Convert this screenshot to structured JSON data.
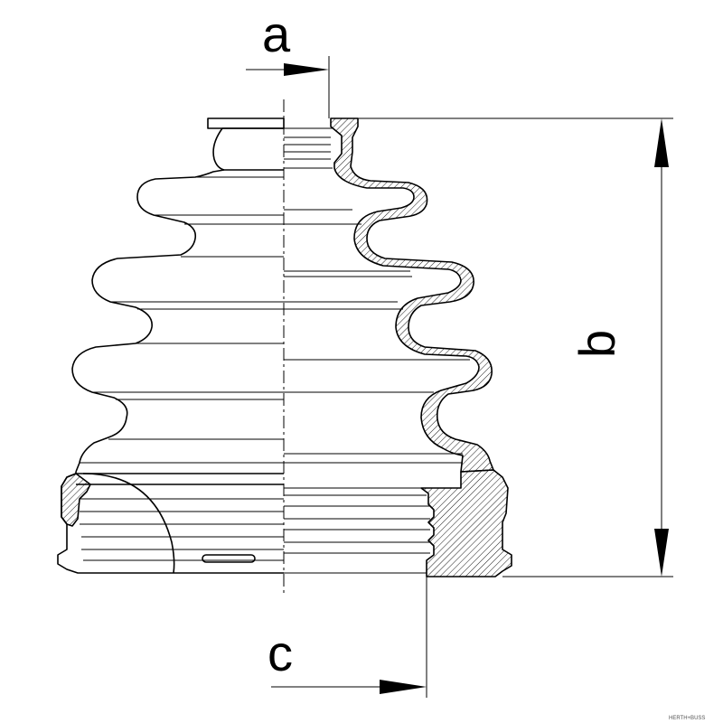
{
  "dimensions": {
    "a_label": "a",
    "b_label": "b",
    "c_label": "c"
  },
  "watermark": "HERTH+BUSS"
}
